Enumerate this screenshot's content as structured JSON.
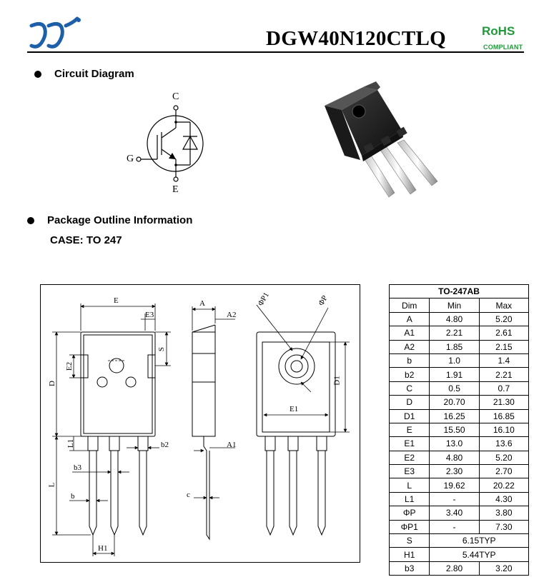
{
  "header": {
    "logo_name": "company-logo",
    "part_number": "DGW40N120CTLQ",
    "rohs": "RoHS",
    "compliant": "COMPLIANT"
  },
  "sections": {
    "circuit_diagram": "Circuit Diagram",
    "package_outline": "Package Outline Information",
    "case": "CASE: TO 247"
  },
  "circuit": {
    "c": "C",
    "g": "G",
    "e": "E"
  },
  "drawing_labels": {
    "E": "E",
    "E3": "E3",
    "S": "S",
    "E2": "E2",
    "D": "D",
    "L1": "L1",
    "b2": "b2",
    "b3": "b3",
    "L": "L",
    "b": "b",
    "H1": "H1",
    "A": "A",
    "A2": "A2",
    "A1": "A1",
    "c": "c",
    "P1": "ΦP1",
    "P": "ΦP",
    "D1": "D1",
    "E1": "E1"
  },
  "colors": {
    "rohs_green": "#1f9a3b"
  },
  "table": {
    "title": "TO-247AB",
    "headers": [
      "Dim",
      "Min",
      "Max"
    ],
    "rows": [
      [
        "A",
        "4.80",
        "5.20"
      ],
      [
        "A1",
        "2.21",
        "2.61"
      ],
      [
        "A2",
        "1.85",
        "2.15"
      ],
      [
        "b",
        "1.0",
        "1.4"
      ],
      [
        "b2",
        "1.91",
        "2.21"
      ],
      [
        "C",
        "0.5",
        "0.7"
      ],
      [
        "D",
        "20.70",
        "21.30"
      ],
      [
        "D1",
        "16.25",
        "16.85"
      ],
      [
        "E",
        "15.50",
        "16.10"
      ],
      [
        "E1",
        "13.0",
        "13.6"
      ],
      [
        "E2",
        "4.80",
        "5.20"
      ],
      [
        "E3",
        "2.30",
        "2.70"
      ],
      [
        "L",
        "19.62",
        "20.22"
      ],
      [
        "L1",
        "-",
        "4.30"
      ],
      [
        "ΦP",
        "3.40",
        "3.80"
      ],
      [
        "ΦP1",
        "-",
        "7.30"
      ],
      [
        "S",
        "6.15TYP"
      ],
      [
        "H1",
        "5.44TYP"
      ],
      [
        "b3",
        "2.80",
        "3.20"
      ]
    ]
  }
}
